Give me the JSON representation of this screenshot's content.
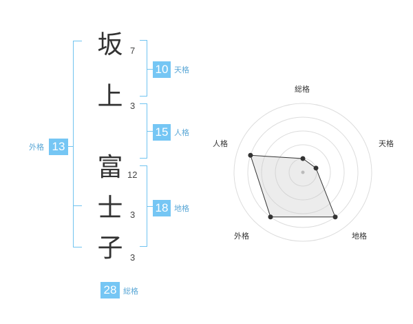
{
  "name": {
    "chars": [
      {
        "char": "坂",
        "strokes": "7"
      },
      {
        "char": "上",
        "strokes": "3"
      },
      {
        "char": "富",
        "strokes": "12"
      },
      {
        "char": "士",
        "strokes": "3"
      },
      {
        "char": "子",
        "strokes": "3"
      }
    ]
  },
  "kakaku": {
    "tenkaku": {
      "value": "10",
      "label": "天格"
    },
    "jinkaku": {
      "value": "15",
      "label": "人格"
    },
    "chikaku": {
      "value": "18",
      "label": "地格"
    },
    "gaikaku": {
      "value": "13",
      "label": "外格"
    },
    "soukaku": {
      "value": "28",
      "label": "総格"
    }
  },
  "colors": {
    "accent": "#75c6f4",
    "bracket": "#6fc3f0",
    "label": "#5aa7d6",
    "text": "#333333"
  },
  "chart_data": {
    "type": "radar",
    "axes": [
      "総格",
      "天格",
      "地格",
      "外格",
      "人格"
    ],
    "scale_max": 5,
    "rings": 5,
    "values": [
      1,
      1,
      4,
      4,
      4
    ]
  }
}
